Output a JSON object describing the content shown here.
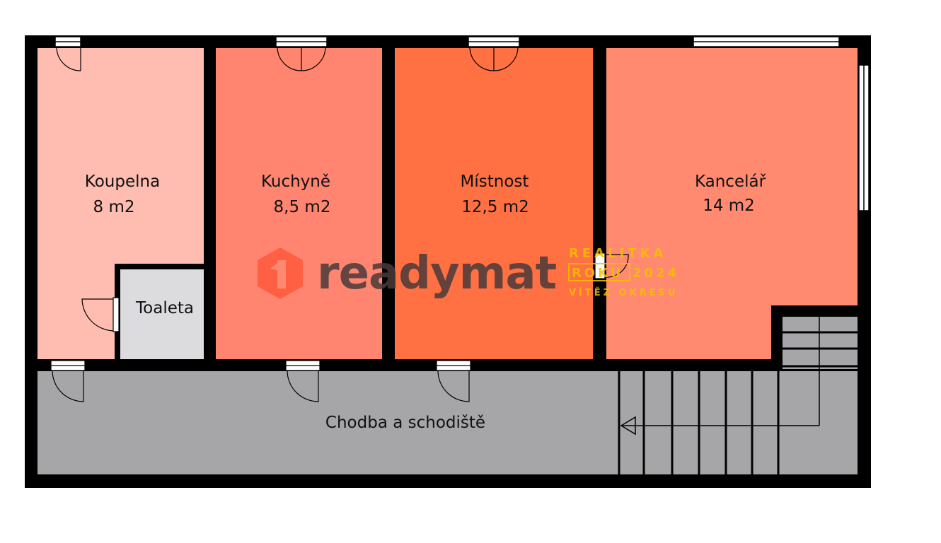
{
  "colors": {
    "wall": "#000000",
    "koupelna": "#ffbdb2",
    "kuchyne": "#ff8570",
    "mistnost": "#ff7043",
    "kancelar": "#ff8a70",
    "toaleta": "#dcdcde",
    "chodba": "#a6a6a8",
    "logo_red": "#ff5a3c",
    "logo_text": "#4a3a3a",
    "award_gold": "#f5c000"
  },
  "rooms": {
    "koupelna": {
      "name": "Koupelna",
      "area": "8 m2"
    },
    "kuchyne": {
      "name": "Kuchyně",
      "area": "8,5 m2"
    },
    "mistnost": {
      "name": "Místnost",
      "area": "12,5 m2"
    },
    "kancelar": {
      "name": "Kancelář",
      "area": "14 m2"
    },
    "toaleta": {
      "name": "Toaleta"
    },
    "chodba": {
      "name": "Chodba a schodiště"
    }
  },
  "watermark": {
    "brand": "readymat",
    "award_line1": "REALITKA",
    "award_line2a": "ROKU",
    "award_line2b": "2024",
    "award_line3": "VÍTĚZ OKRESU"
  }
}
